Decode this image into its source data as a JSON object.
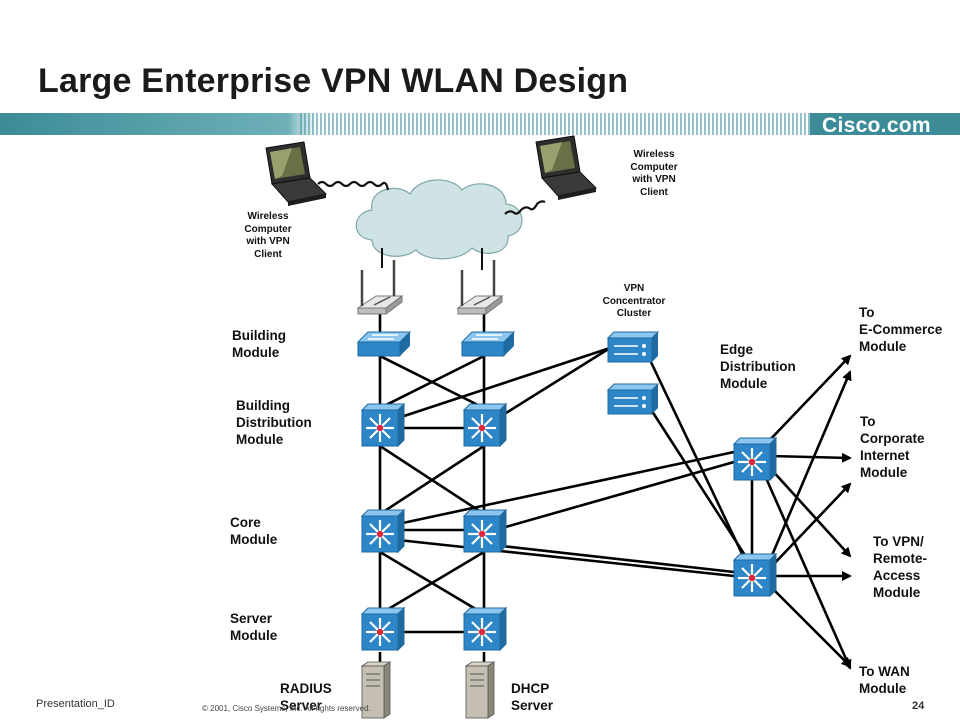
{
  "slide": {
    "title": "Large Enterprise VPN WLAN Design",
    "brand": "Cisco.com"
  },
  "labels": {
    "wireless_client_left": "Wireless\nComputer\nwith VPN\nClient",
    "wireless_client_right": "Wireless\nComputer\nwith VPN\nClient",
    "vpn_concentrator": "VPN\nConcentrator\nCluster",
    "building_module": "Building\nModule",
    "building_distribution": "Building\nDistribution\nModule",
    "core_module": "Core\nModule",
    "server_module": "Server\nModule",
    "radius_server": "RADIUS\nServer",
    "dhcp_server": "DHCP\nServer",
    "edge_distribution": "Edge\nDistribution\nModule",
    "to_ecommerce": "To\nE-Commerce\nModule",
    "to_corporate_internet": "To\nCorporate\nInternet\nModule",
    "to_vpn_remote": "To VPN/\nRemote-\nAccess\nModule",
    "to_wan": "To WAN\nModule"
  },
  "footer": {
    "presentation_id": "Presentation_ID",
    "copyright": "© 2001, Cisco Systems, Inc. All rights reserved.",
    "page_number": "24"
  },
  "colors": {
    "accent_teal": "#3a8a97",
    "device_blue": "#2c86c8",
    "switch_red": "#e0253a",
    "cloud_teal": "#cfe3e4"
  }
}
